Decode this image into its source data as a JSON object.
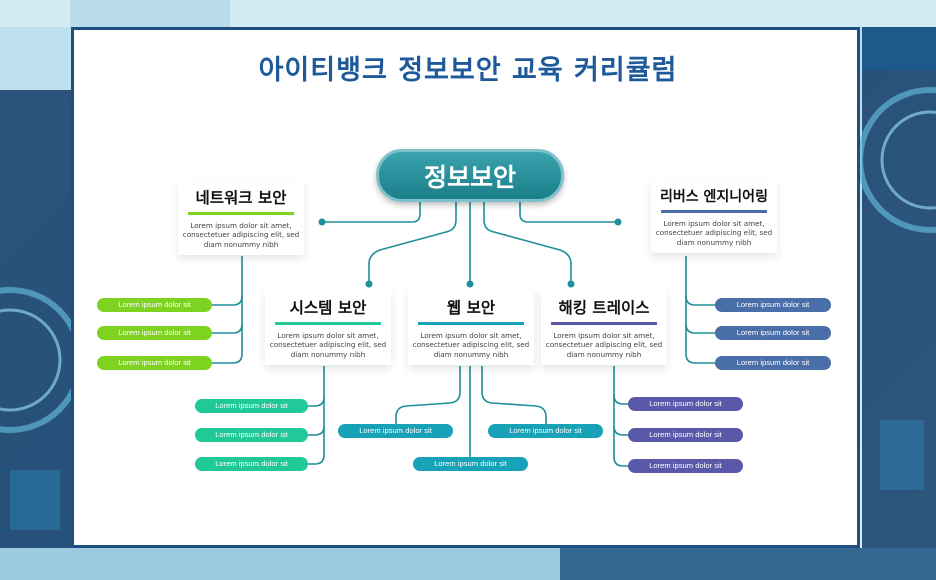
{
  "colors": {
    "green": "#7ed321",
    "teal": "#20c997",
    "cyan": "#17a2b8",
    "purple": "#5a58a8",
    "steel": "#4a6ea8",
    "line": "#1f8f99",
    "title": "#1e5a9a"
  },
  "title": "아이티뱅크 정보보안 교육 커리큘럼",
  "center": "정보보안",
  "cards": {
    "network": {
      "title": "네트워크 보안",
      "desc": "Lorem ipsum dolor sit amet, consectetuer adipiscing elit, sed diam nonummy nibh"
    },
    "system": {
      "title": "시스템 보안",
      "desc": "Lorem ipsum dolor sit amet, consectetuer adipiscing elit, sed diam nonummy nibh"
    },
    "web": {
      "title": "웹 보안",
      "desc": "Lorem ipsum dolor sit amet, consectetuer adipiscing elit, sed diam nonummy nibh"
    },
    "hacking": {
      "title": "해킹 트레이스",
      "desc": "Lorem ipsum dolor sit amet, consectetuer adipiscing elit, sed diam nonummy nibh"
    },
    "reverse": {
      "title": "리버스 엔지니어링",
      "desc": "Lorem ipsum dolor sit amet, consectetuer adipiscing elit, sed diam nonummy nibh"
    }
  },
  "pills": {
    "network": [
      "Lorem ipsum dolor sit",
      "Lorem ipsum dolor sit",
      "Lorem ipsum dolor sit"
    ],
    "system": [
      "Lorem ipsum dolor sit",
      "Lorem ipsum dolor sit",
      "Lorem ipsum dolor sit"
    ],
    "web": [
      "Lorem ipsum dolor sit",
      "Lorem ipsum dolor sit",
      "Lorem ipsum dolor sit"
    ],
    "hacking": [
      "Lorem ipsum dolor sit",
      "Lorem ipsum dolor sit",
      "Lorem ipsum dolor sit"
    ],
    "reverse": [
      "Lorem ipsum dolor sit",
      "Lorem ipsum dolor sit",
      "Lorem ipsum dolor sit"
    ]
  }
}
